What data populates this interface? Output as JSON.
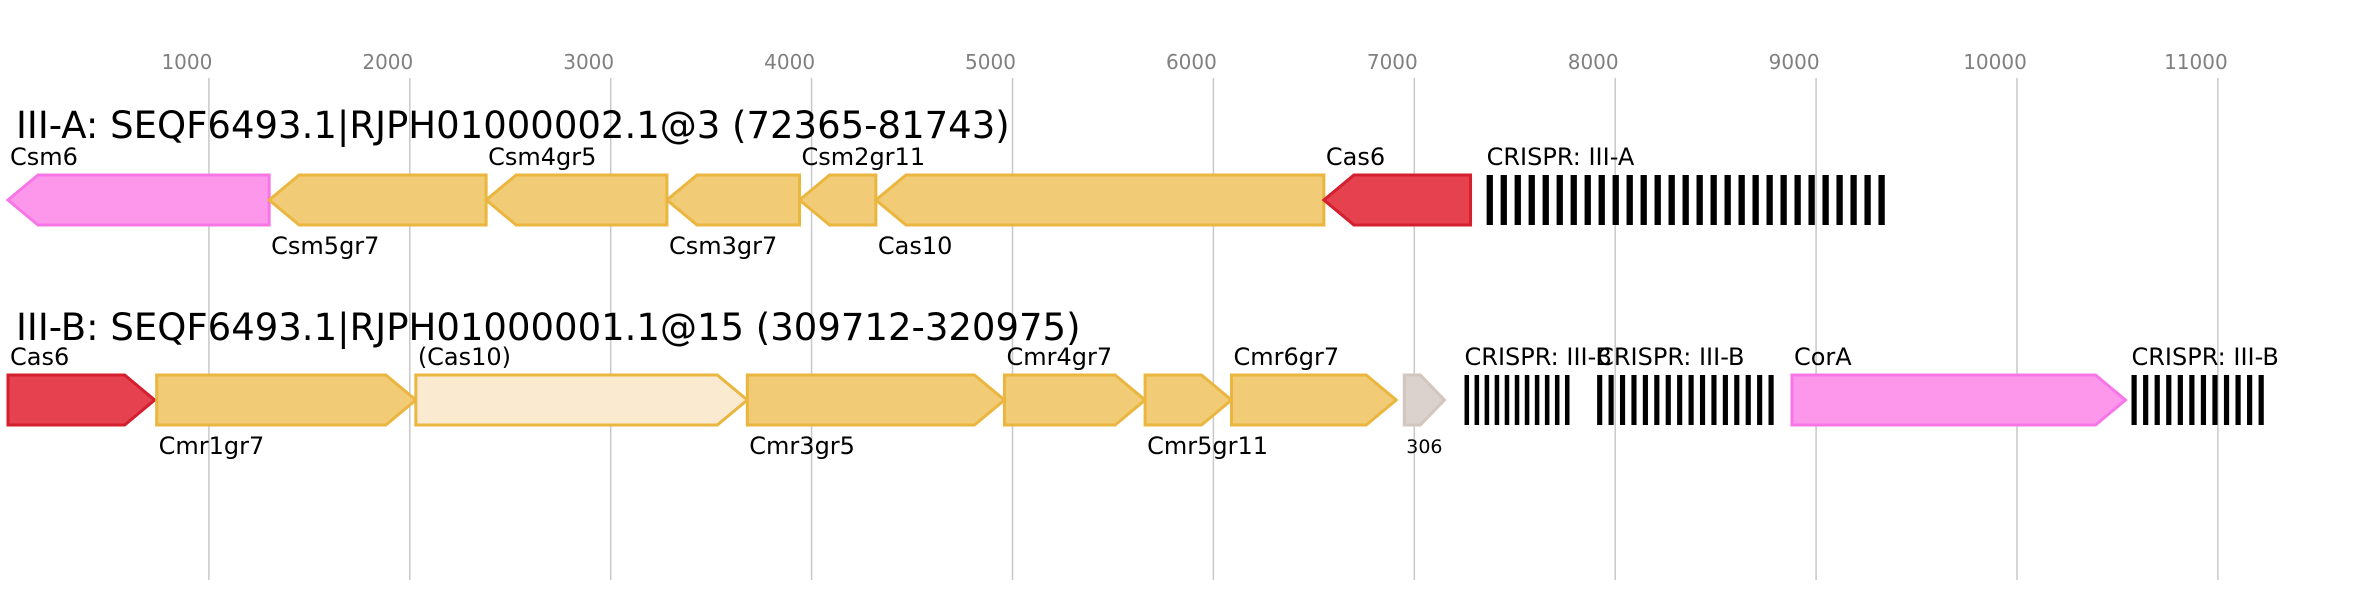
{
  "axis": {
    "ticks": [
      {
        "value": 1000,
        "label": "1000"
      },
      {
        "value": 2000,
        "label": "2000"
      },
      {
        "value": 3000,
        "label": "3000"
      },
      {
        "value": 4000,
        "label": "4000"
      },
      {
        "value": 5000,
        "label": "5000"
      },
      {
        "value": 6000,
        "label": "6000"
      },
      {
        "value": 7000,
        "label": "7000"
      },
      {
        "value": 8000,
        "label": "8000"
      },
      {
        "value": 9000,
        "label": "9000"
      },
      {
        "value": 10000,
        "label": "10000"
      },
      {
        "value": 11000,
        "label": "11000"
      }
    ]
  },
  "colors": {
    "yellow_fill": "#f1cb75",
    "yellow_stroke": "#eab63f",
    "pale_fill": "#f9ead0",
    "red_fill": "#e5414f",
    "red_stroke": "#d41f2e",
    "pink_fill": "#fd97ec",
    "pink_stroke": "#f676e6",
    "gray_fill": "#dcd2cd",
    "gray_stroke": "#d2c6bf",
    "grid": "#c8c8c8",
    "array": "#000000"
  },
  "loci": [
    {
      "title": "III-A: SEQF6493.1|RJPH01000002.1@3 (72365-81743)",
      "genes": [
        {
          "name": "Csm6",
          "start": 0,
          "end": 1300,
          "strand": "-",
          "color": "pink",
          "label_pos": "above"
        },
        {
          "name": "Csm5gr7",
          "start": 1300,
          "end": 2380,
          "strand": "-",
          "color": "yellow",
          "label_pos": "below"
        },
        {
          "name": "Csm4gr5",
          "start": 2380,
          "end": 3280,
          "strand": "-",
          "color": "yellow",
          "label_pos": "above"
        },
        {
          "name": "Csm3gr7",
          "start": 3280,
          "end": 3940,
          "strand": "-",
          "color": "yellow",
          "label_pos": "below"
        },
        {
          "name": "Csm2gr11",
          "start": 3940,
          "end": 4320,
          "strand": "-",
          "color": "yellow",
          "label_pos": "above"
        },
        {
          "name": "Cas10",
          "start": 4320,
          "end": 6550,
          "strand": "-",
          "color": "yellow",
          "label_pos": "below"
        },
        {
          "name": "Cas6",
          "start": 6550,
          "end": 7280,
          "strand": "-",
          "color": "red",
          "label_pos": "above"
        }
      ],
      "arrays": [
        {
          "name": "CRISPR: III-A",
          "start": 7360,
          "end": 9380,
          "repeats": 29
        }
      ]
    },
    {
      "title": "III-B: SEQF6493.1|RJPH01000001.1@15 (309712-320975)",
      "genes": [
        {
          "name": "Cas6",
          "start": 0,
          "end": 730,
          "strand": "+",
          "color": "red",
          "label_pos": "above"
        },
        {
          "name": "Cmr1gr7",
          "start": 740,
          "end": 2030,
          "strand": "+",
          "color": "yellow",
          "label_pos": "below"
        },
        {
          "name": "(Cas10)",
          "start": 2030,
          "end": 3680,
          "strand": "+",
          "color": "pale",
          "label_pos": "above"
        },
        {
          "name": "Cmr3gr5",
          "start": 3680,
          "end": 4960,
          "strand": "+",
          "color": "yellow",
          "label_pos": "below"
        },
        {
          "name": "Cmr4gr7",
          "start": 4960,
          "end": 5660,
          "strand": "+",
          "color": "yellow",
          "label_pos": "above"
        },
        {
          "name": "Cmr5gr11",
          "start": 5660,
          "end": 6090,
          "strand": "+",
          "color": "yellow",
          "label_pos": "below"
        },
        {
          "name": "Cmr6gr7",
          "start": 6090,
          "end": 6910,
          "strand": "+",
          "color": "yellow",
          "label_pos": "above"
        },
        {
          "name": "306",
          "start": 6950,
          "end": 7150,
          "strand": "+",
          "color": "gray",
          "label_pos": "below_small"
        },
        {
          "name": "CorA",
          "start": 8880,
          "end": 10540,
          "strand": "+",
          "color": "pink",
          "label_pos": "above"
        }
      ],
      "arrays": [
        {
          "name": "CRISPR: III-B",
          "start": 7250,
          "end": 7800,
          "repeats": 11
        },
        {
          "name": "CRISPR: III-B",
          "start": 7910,
          "end": 8820,
          "repeats": 16
        },
        {
          "name": "CRISPR: III-B",
          "start": 10570,
          "end": 11260,
          "repeats": 12
        }
      ]
    }
  ]
}
